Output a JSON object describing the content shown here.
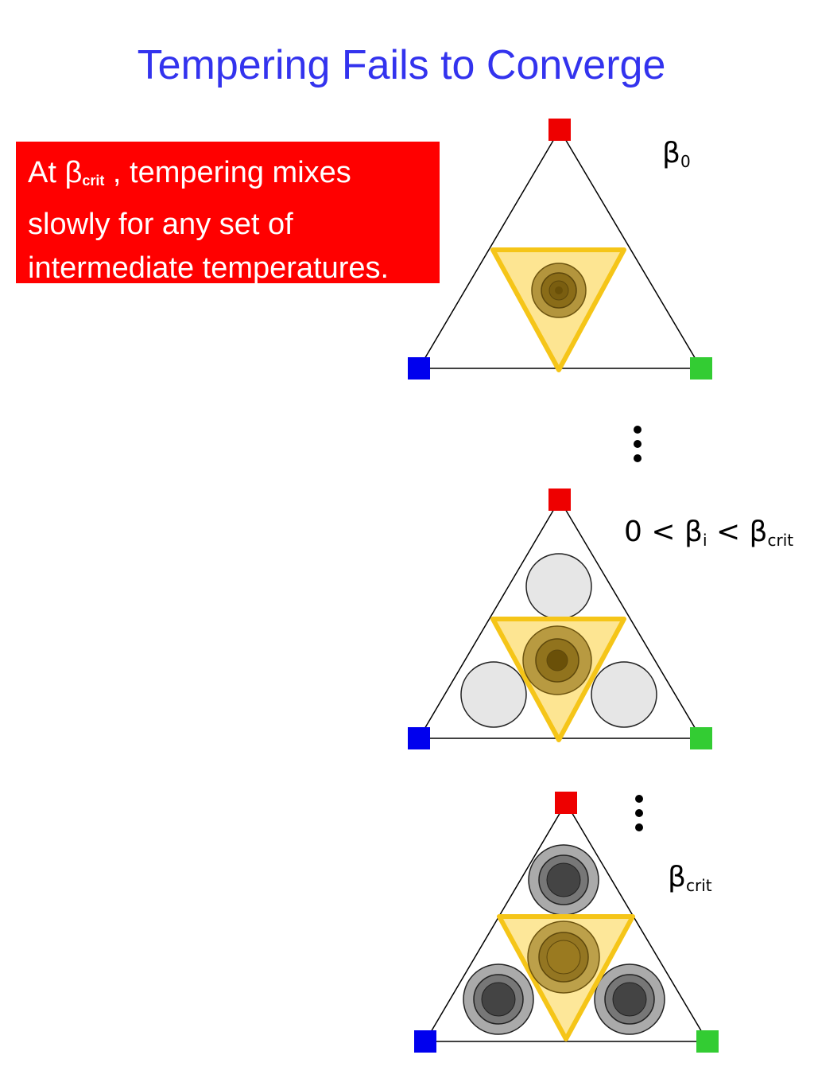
{
  "slide": {
    "title": "Tempering Fails to Converge",
    "callout": {
      "pre": "At β",
      "sub": "crit",
      "post": " , tempering mixes",
      "line2": "slowly for any set of",
      "line3": "intermediate temperatures."
    }
  },
  "labels": {
    "top": {
      "base": "β",
      "sub": "0"
    },
    "middle": {
      "pre": "0 < β",
      "sub_i": "i",
      "mid": " < β",
      "sub_crit": "crit"
    },
    "bottom": {
      "base": "β",
      "sub": "crit"
    }
  },
  "colors": {
    "title": "#3333ee",
    "callout_bg": "#ff0000",
    "corner_top": "#ee0000",
    "corner_left": "#0000ee",
    "corner_right": "#33cc33",
    "inner_triangle_fill": "#fde17f",
    "inner_triangle_stroke": "#f5c518",
    "light_mode": "#e6e6e6",
    "dark_mode": "#444444",
    "gold_mode": "#9a7a20"
  }
}
